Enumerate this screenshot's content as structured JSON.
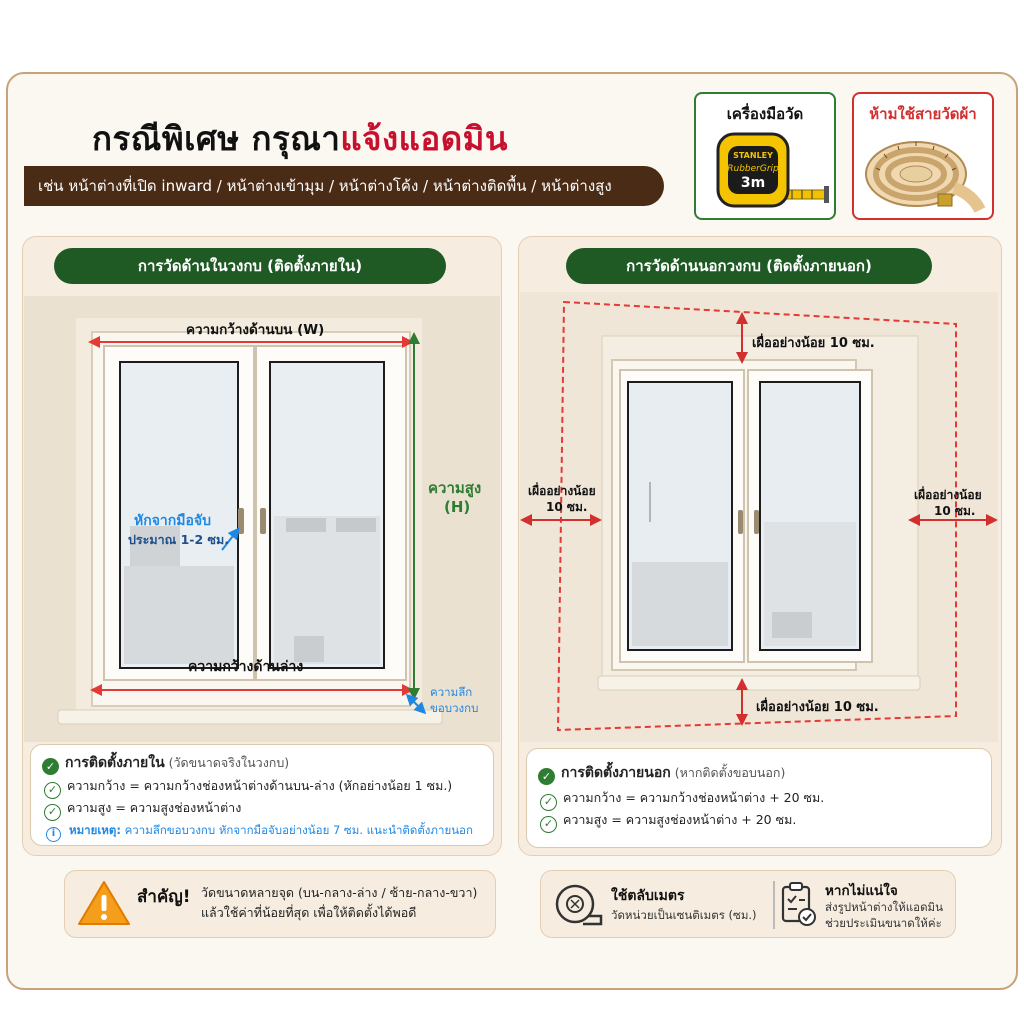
{
  "header": {
    "title_part1": "กรณีพิเศษ กรุณา",
    "title_part2": "แจ้งแอดมิน",
    "examples": "เช่น หน้าต่างที่เปิด inward / หน้าต่างเข้ามุม / หน้าต่างโค้ง / หน้าต่างติดพื้น / หน้าต่างสูง"
  },
  "tools": {
    "good_label": "เครื่องมือวัด",
    "good_brand": "STANLEY",
    "good_model": "RubberGrip",
    "good_size": "3m",
    "bad_label": "ห้ามใช้สายวัดผ้า"
  },
  "left": {
    "pill": "การวัดด้านในวงกบ (ติดตั้งภายใน)",
    "top_width": "ความกว้างด้านบน (W)",
    "height_line1": "ความสูง",
    "height_line2": "(H)",
    "handle_line1": "หักจากมือจับ",
    "handle_line2": "ประมาณ 1-2 ซม.",
    "bottom_width": "ความกว้างด้านล่าง",
    "depth_line1": "ความลึก",
    "depth_line2": "ขอบวงกบ",
    "info": {
      "head_bold": "การติดตั้งภายใน",
      "head_rest": "(วัดขนาดจริงในวงกบ)",
      "row1": "ความกว้าง = ความกว้างช่องหน้าต่างด้านบน-ล่าง (หักอย่างน้อย 1 ซม.)",
      "row2": "ความสูง = ความสูงช่องหน้าต่าง",
      "note_bold": "หมายเหตุ:",
      "note_rest": "ความลึกขอบวงกบ หักจากมือจับอย่างน้อย 7 ซม. แนะนำติดตั้งภายนอก"
    }
  },
  "right": {
    "pill": "การวัดด้านนอกวงกบ (ติดตั้งภายนอก)",
    "top": "เผื่ออย่างน้อย 10 ซม.",
    "bottom": "เผื่ออย่างน้อย 10 ซม.",
    "left_line1": "เผื่ออย่างน้อย",
    "left_line2": "10 ซม.",
    "right_line1": "เผื่ออย่างน้อย",
    "right_line2": "10 ซม.",
    "info": {
      "head_bold": "การติดตั้งภายนอก",
      "head_rest": "(หากติดตั้งขอบนอก)",
      "row1": "ความกว้าง = ความกว้างช่องหน้าต่าง + 20 ซม.",
      "row2": "ความสูง = ความสูงช่องหน้าต่าง + 20 ซม."
    }
  },
  "footer": {
    "warn_title": "สำคัญ!",
    "warn_line1": "วัดขนาดหลายจุด (บน-กลาง-ล่าง / ซ้าย-กลาง-ขวา)",
    "warn_line2": "แล้วใช้ค่าที่น้อยที่สุด เพื่อให้ติดตั้งได้พอดี",
    "tape_title": "ใช้ตลับเมตร",
    "tape_sub": "วัดหน่วยเป็นเซนติเมตร (ซม.)",
    "unsure_title": "หากไม่แน่ใจ",
    "unsure_line1": "ส่งรูปหน้าต่างให้แอดมิน",
    "unsure_line2": "ช่วยประเมินขนาดให้ค่ะ"
  },
  "colors": {
    "accent_red": "#c8102e",
    "pill_green": "#1f5a24",
    "banner_brown": "#4a2b15",
    "measure_red": "#e53935",
    "measure_green": "#2e7d32",
    "measure_blue": "#1e88e5"
  }
}
